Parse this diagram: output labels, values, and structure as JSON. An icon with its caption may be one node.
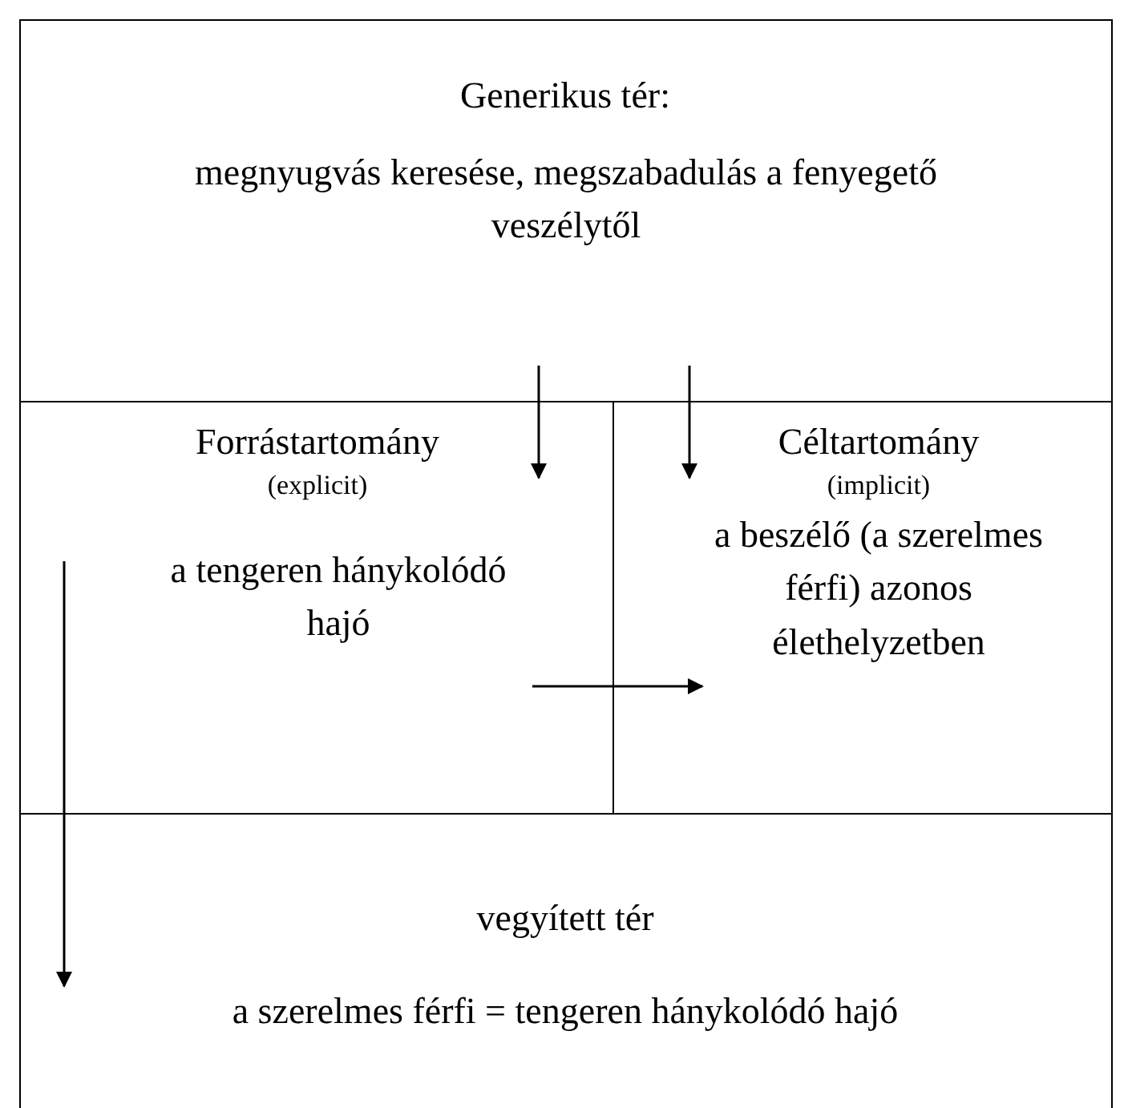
{
  "diagram": {
    "nodes": [
      {
        "text": [
          "Generikus tér:",
          "megnyugvás keresése, megszabadulás a fenyegető veszélytől"
        ]
      },
      {
        "text": [
          "Forrástartomány",
          "(explicit)",
          "a tengeren hánykolódó hajó"
        ]
      },
      {
        "text": [
          "Céltartomány",
          "(implicit)",
          "a beszélő (a szerelmes férfi) azonos élethelyzetben"
        ]
      },
      {
        "text": [
          "vegyített tér",
          "a szerelmes férfi = tengeren hánykolódó hajó"
        ]
      }
    ],
    "edges": [
      {
        "from": 0,
        "to": 1,
        "arrow": "to"
      },
      {
        "from": 0,
        "to": 2,
        "arrow": "to"
      },
      {
        "from": 1,
        "to": 2,
        "arrow": "to"
      },
      {
        "from": 1,
        "to": 3,
        "arrow": "to"
      }
    ]
  }
}
